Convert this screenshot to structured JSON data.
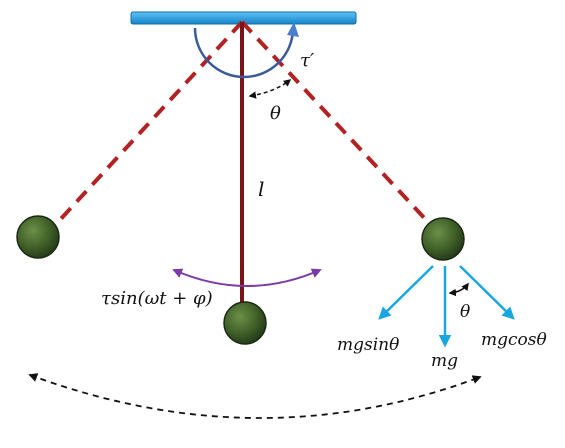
{
  "labels": {
    "length": "l",
    "theta_top": "θ",
    "tau_prime": "τ′",
    "driving_torque": "τsin(ωt + φ)",
    "mg_sin": "mgsinθ",
    "mg": "mg",
    "mg_cos": "mgcosθ",
    "theta_force": "θ"
  },
  "colors": {
    "ceiling": "#1e9be0",
    "rod": "#7a1418",
    "dashed_rod": "#b22222",
    "bob": "#3e5e26",
    "bob_outline": "#1c2a12",
    "torque_arc": "#3b5a9a",
    "driving_arc": "#7a3aa8",
    "force_vectors": "#1aa7e0",
    "swing_arc": "#111111"
  }
}
